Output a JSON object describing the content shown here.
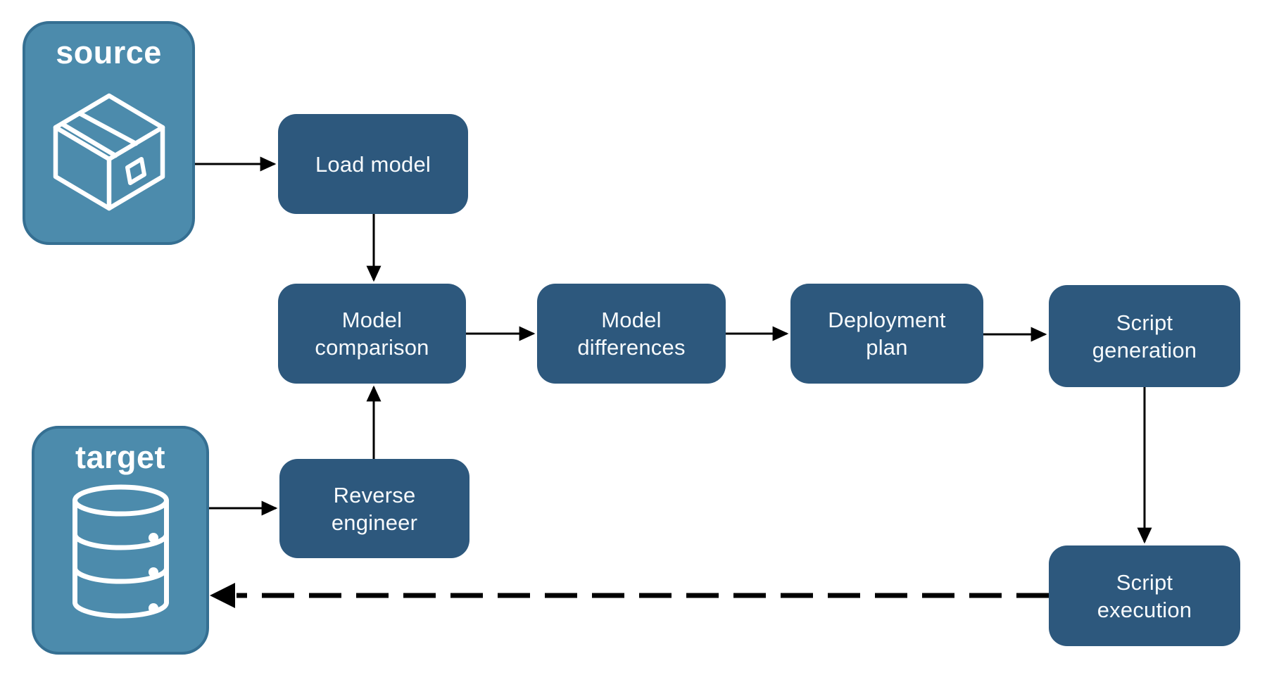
{
  "diagram": {
    "entities": {
      "source": {
        "label": "source",
        "icon": "package-icon"
      },
      "target": {
        "label": "target",
        "icon": "database-icon"
      }
    },
    "nodes": {
      "load_model": {
        "label": "Load model"
      },
      "model_comparison": {
        "label": "Model\ncomparison"
      },
      "model_differences": {
        "label": "Model\ndifferences"
      },
      "deployment_plan": {
        "label": "Deployment\nplan"
      },
      "script_generation": {
        "label": "Script\ngeneration"
      },
      "reverse_engineer": {
        "label": "Reverse\nengineer"
      },
      "script_execution": {
        "label": "Script\nexecution"
      }
    },
    "connections": [
      {
        "from": "source",
        "to": "load_model",
        "style": "solid"
      },
      {
        "from": "load_model",
        "to": "model_comparison",
        "style": "solid"
      },
      {
        "from": "target",
        "to": "reverse_engineer",
        "style": "solid"
      },
      {
        "from": "reverse_engineer",
        "to": "model_comparison",
        "style": "solid"
      },
      {
        "from": "model_comparison",
        "to": "model_differences",
        "style": "solid"
      },
      {
        "from": "model_differences",
        "to": "deployment_plan",
        "style": "solid"
      },
      {
        "from": "deployment_plan",
        "to": "script_generation",
        "style": "solid"
      },
      {
        "from": "script_generation",
        "to": "script_execution",
        "style": "solid"
      },
      {
        "from": "script_execution",
        "to": "target",
        "style": "dashed"
      }
    ],
    "colors": {
      "node_fill": "#2D587D",
      "entity_fill": "#4C8BAC",
      "entity_border": "#356F92",
      "arrow": "#000000",
      "text": "#FFFFFF",
      "background": "#FFFFFF"
    }
  }
}
